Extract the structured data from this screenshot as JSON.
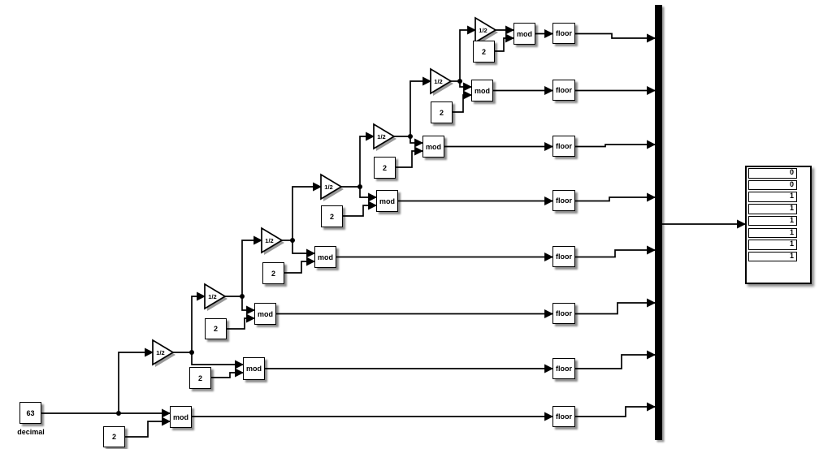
{
  "app": {
    "background_color": "#ffffff",
    "line_color": "#000000"
  },
  "source": {
    "value": "63",
    "label": "decimal"
  },
  "stages": [
    {
      "const": "2",
      "mod": "mod",
      "floor": "floor"
    },
    {
      "const": "2",
      "mod": "mod",
      "floor": "floor",
      "gain": "1/2"
    },
    {
      "const": "2",
      "mod": "mod",
      "floor": "floor",
      "gain": "1/2"
    },
    {
      "const": "2",
      "mod": "mod",
      "floor": "floor",
      "gain": "1/2"
    },
    {
      "const": "2",
      "mod": "mod",
      "floor": "floor",
      "gain": "1/2"
    },
    {
      "const": "2",
      "mod": "mod",
      "floor": "floor",
      "gain": "1/2"
    },
    {
      "const": "2",
      "mod": "mod",
      "floor": "floor",
      "gain": "1/2"
    },
    {
      "const": "2",
      "mod": "mod",
      "floor": "floor",
      "gain": "1/2"
    }
  ],
  "display": {
    "values": [
      "0",
      "0",
      "1",
      "1",
      "1",
      "1",
      "1",
      "1"
    ]
  }
}
